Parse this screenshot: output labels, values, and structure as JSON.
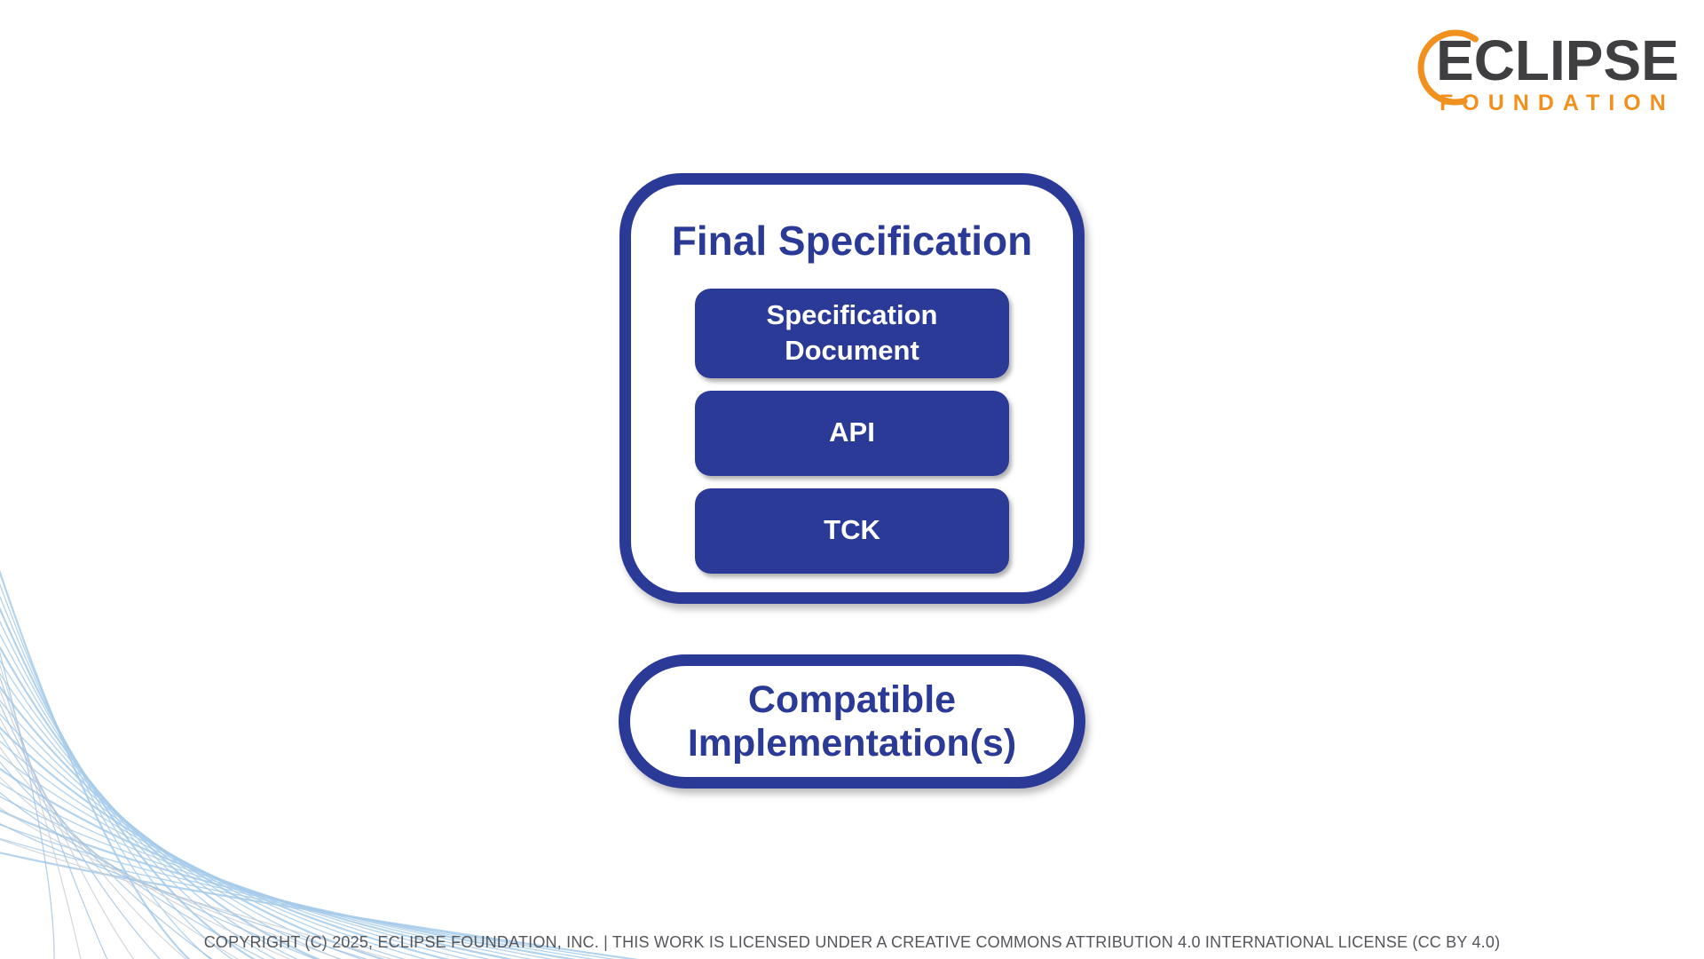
{
  "slide": {
    "logo": {
      "brand": "ECLIPSE",
      "subbrand": "FOUNDATION"
    },
    "diagram": {
      "title": "Final Specification",
      "components": [
        {
          "label": "Specification Document"
        },
        {
          "label": "API"
        },
        {
          "label": "TCK"
        }
      ],
      "result": {
        "label": "Compatible Implementation(s)"
      }
    },
    "footer": {
      "copyright": "COPYRIGHT (C) 2025, ECLIPSE FOUNDATION, INC. | THIS WORK IS LICENSED UNDER A CREATIVE COMMONS ATTRIBUTION 4.0 INTERNATIONAL LICENSE (CC BY 4.0)"
    },
    "colors": {
      "primary_blue": "#2a3a96",
      "logo_orange": "#f2901e",
      "logo_charcoal": "#3f3e40",
      "footer_gray": "#54565b",
      "wave_blue": "#a6cbea",
      "wave_blue_dark": "#9bc1e4",
      "wave_gray": "#c6cdd5"
    }
  }
}
